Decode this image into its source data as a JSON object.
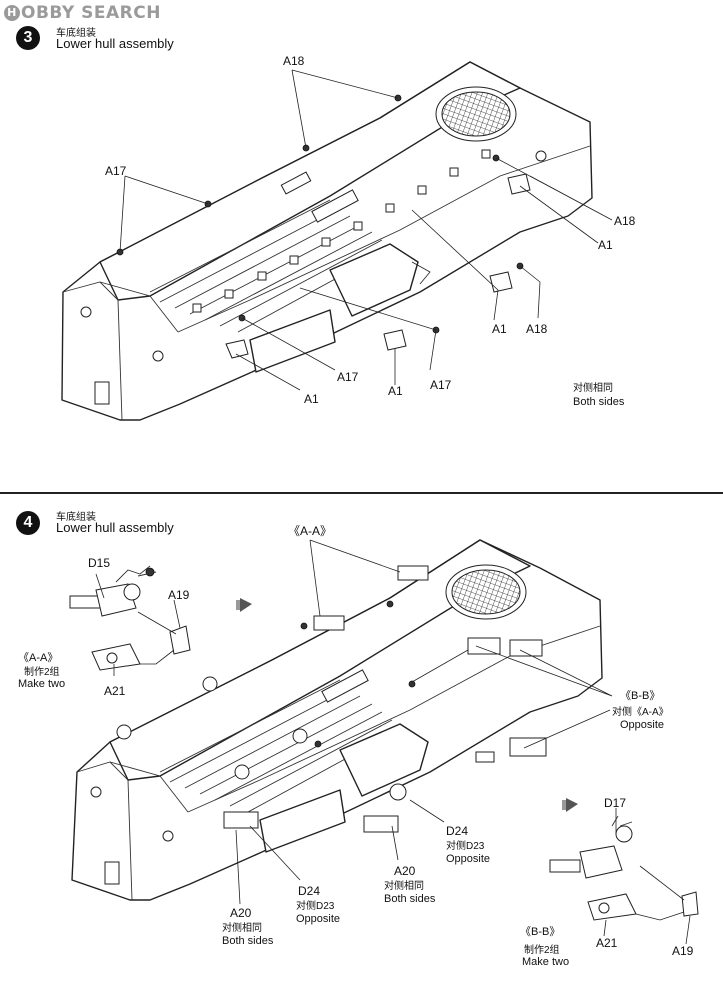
{
  "watermark": {
    "logo": "H",
    "text": "OBBY SEARCH"
  },
  "step3": {
    "number": "3",
    "title_cn": "车底组装",
    "title_en": "Lower hull assembly",
    "labels": {
      "a18_top": "A18",
      "a17_left": "A17",
      "a18_right": "A18",
      "a1_right": "A1",
      "a1_mid": "A1",
      "a18_mid": "A18",
      "a17_center": "A17",
      "a1_left": "A1",
      "a1_bottom": "A1",
      "a17_bottom": "A17"
    },
    "note_cn": "对侧相同",
    "note_en": "Both sides"
  },
  "step4": {
    "number": "4",
    "title_cn": "车底组装",
    "title_en": "Lower hull assembly",
    "labels": {
      "aa_top": "《A-A》",
      "d15": "D15",
      "a19_left": "A19",
      "aa_left": "《A-A》",
      "make_two_cn_left": "制作2组",
      "make_two_en_left": "Make two",
      "a21_left": "A21",
      "bb_right": "《B-B》",
      "opposite_cn_right": "对侧《A-A》",
      "opposite_en_right": "Opposite",
      "d24_center": "D24",
      "d24_center_cn": "对侧D23",
      "d24_center_en": "Opposite",
      "a20_center": "A20",
      "a20_center_cn": "对侧相同",
      "a20_center_en": "Both sides",
      "d24_left": "D24",
      "d24_left_cn": "对侧D23",
      "d24_left_en": "Opposite",
      "a20_left": "A20",
      "a20_left_cn": "对侧相同",
      "a20_left_en": "Both sides",
      "d17": "D17",
      "a21_right": "A21",
      "a19_right": "A19",
      "bb_bottom": "《B-B》",
      "make_two_cn_right": "制作2组",
      "make_two_en_right": "Make two"
    }
  }
}
